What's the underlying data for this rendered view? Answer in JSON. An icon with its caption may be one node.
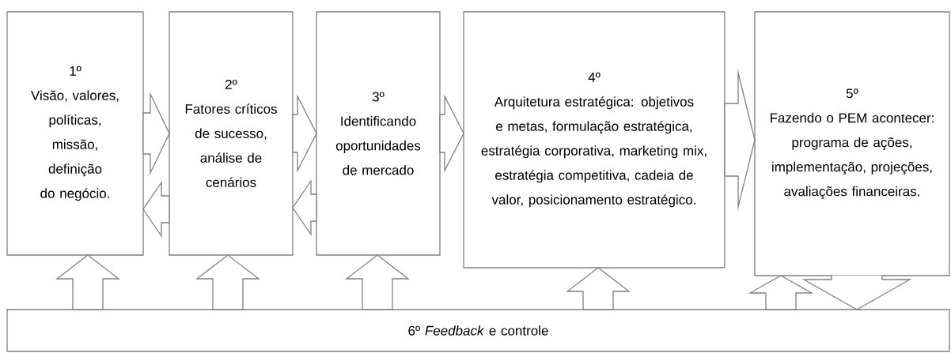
{
  "diagram": {
    "nodes": [
      {
        "text": [
          "1º",
          "Visão, valores, políticas, missão, definição do negócio."
        ]
      },
      {
        "text": [
          "2º",
          "Fatores críticos de sucesso, análise de cenários"
        ]
      },
      {
        "text": [
          "3º",
          "Identificando oportunidades de mercado"
        ]
      },
      {
        "text": [
          "4º",
          "Arquitetura estratégica: objetivos e metas, formulação estratégica, estratégia corporativa, marketing mix, estratégia competitiva, cadeia de valor, posicionamento estratégico."
        ]
      },
      {
        "text": [
          "5º",
          "Fazendo o PEM acontecer: programa de ações, implementação, projeções, avaliações financeiras."
        ]
      },
      {
        "text": [
          "6º *Feedback* e controle"
        ]
      }
    ],
    "edges": [
      {
        "from": 0,
        "to": 1,
        "arrow": "to"
      },
      {
        "from": 1,
        "to": 0,
        "arrow": "to"
      },
      {
        "from": 1,
        "to": 2,
        "arrow": "to"
      },
      {
        "from": 2,
        "to": 1,
        "arrow": "to"
      },
      {
        "from": 2,
        "to": 3,
        "arrow": "to"
      },
      {
        "from": 3,
        "to": 4,
        "arrow": "to"
      },
      {
        "from": 5,
        "to": 0,
        "arrow": "to"
      },
      {
        "from": 5,
        "to": 1,
        "arrow": "to"
      },
      {
        "from": 5,
        "to": 2,
        "arrow": "to"
      },
      {
        "from": 5,
        "to": 3,
        "arrow": "to"
      },
      {
        "from": 5,
        "to": 4,
        "arrow": "to"
      },
      {
        "from": 4,
        "to": 5,
        "arrow": "to"
      }
    ]
  }
}
